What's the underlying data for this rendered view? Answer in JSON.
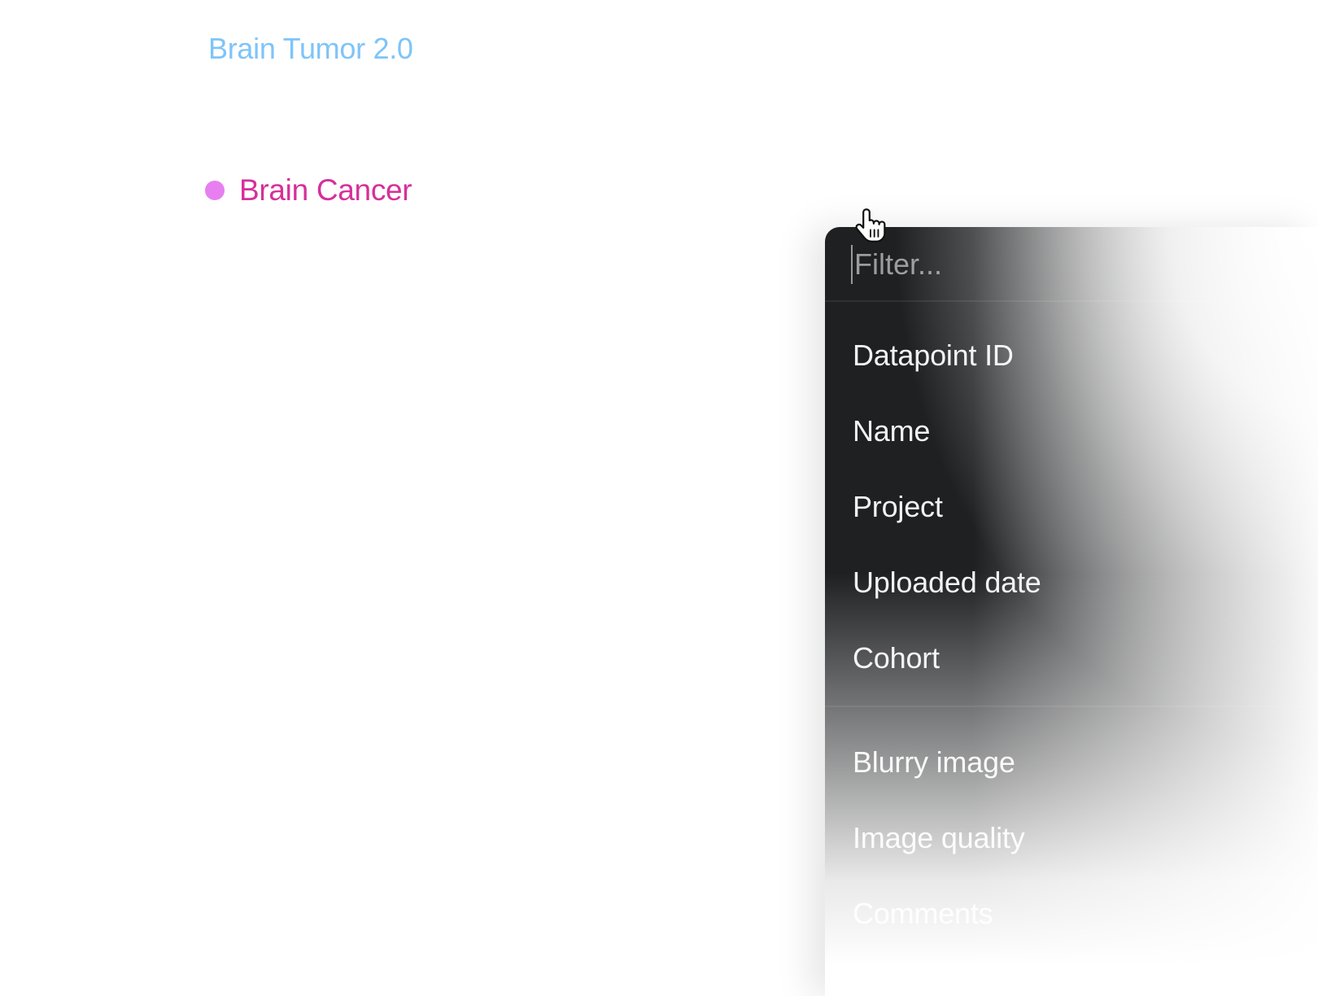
{
  "header": {
    "project_name": "Brain Tumor 2.0",
    "project_color": "#7fc4f8"
  },
  "tag": {
    "label": "Brain Cancer",
    "dot_color": "#e77ff0",
    "text_color": "#d62f9b"
  },
  "dropdown": {
    "filter_placeholder": "Filter...",
    "filter_value": "",
    "fields": [
      {
        "label": "Datapoint ID"
      },
      {
        "label": "Name"
      },
      {
        "label": "Project"
      },
      {
        "label": "Uploaded date"
      },
      {
        "label": "Cohort"
      }
    ],
    "custom_fields": [
      {
        "label": "Blurry image"
      },
      {
        "label": "Image quality"
      },
      {
        "label": "Comments"
      }
    ],
    "background_color": "#1f2022"
  },
  "cursor": {
    "icon": "hand-pointer-icon"
  }
}
